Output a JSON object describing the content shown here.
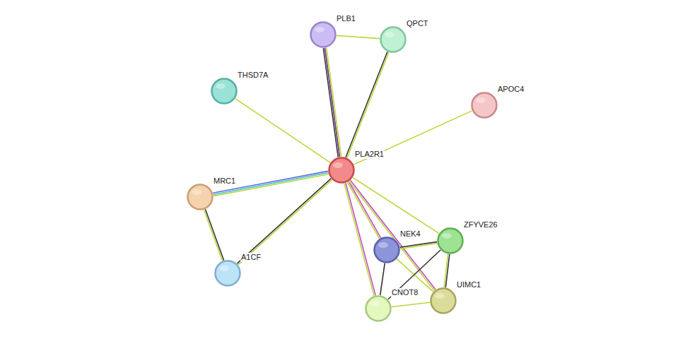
{
  "diagram": {
    "nodes": [
      {
        "text": [
          "PLB1"
        ]
      },
      {
        "text": [
          "QPCT"
        ]
      },
      {
        "text": [
          "THSD7A"
        ]
      },
      {
        "text": [
          "APOC4"
        ]
      },
      {
        "text": [
          "PLA2R1"
        ]
      },
      {
        "text": [
          "MRC1"
        ]
      },
      {
        "text": [
          "ZFYVE26"
        ]
      },
      {
        "text": [
          "NEK4"
        ]
      },
      {
        "text": [
          "A1CF"
        ]
      },
      {
        "text": [
          "UIMC1"
        ]
      },
      {
        "text": [
          "CNOT8"
        ]
      }
    ],
    "edges": [
      {
        "from": 4,
        "to": 0,
        "arrow": "none"
      },
      {
        "from": 4,
        "to": 1,
        "arrow": "none"
      },
      {
        "from": 0,
        "to": 1,
        "arrow": "none"
      },
      {
        "from": 4,
        "to": 2,
        "arrow": "none"
      },
      {
        "from": 4,
        "to": 3,
        "arrow": "none"
      },
      {
        "from": 4,
        "to": 5,
        "arrow": "none"
      },
      {
        "from": 4,
        "to": 8,
        "arrow": "none"
      },
      {
        "from": 5,
        "to": 8,
        "arrow": "none"
      },
      {
        "from": 4,
        "to": 6,
        "arrow": "none"
      },
      {
        "from": 4,
        "to": 7,
        "arrow": "none"
      },
      {
        "from": 4,
        "to": 10,
        "arrow": "none"
      },
      {
        "from": 4,
        "to": 9,
        "arrow": "none"
      },
      {
        "from": 7,
        "to": 6,
        "arrow": "none"
      },
      {
        "from": 7,
        "to": 10,
        "arrow": "none"
      },
      {
        "from": 7,
        "to": 9,
        "arrow": "none"
      },
      {
        "from": 6,
        "to": 10,
        "arrow": "none"
      },
      {
        "from": 6,
        "to": 9,
        "arrow": "none"
      },
      {
        "from": 10,
        "to": 9,
        "arrow": "none"
      }
    ]
  }
}
